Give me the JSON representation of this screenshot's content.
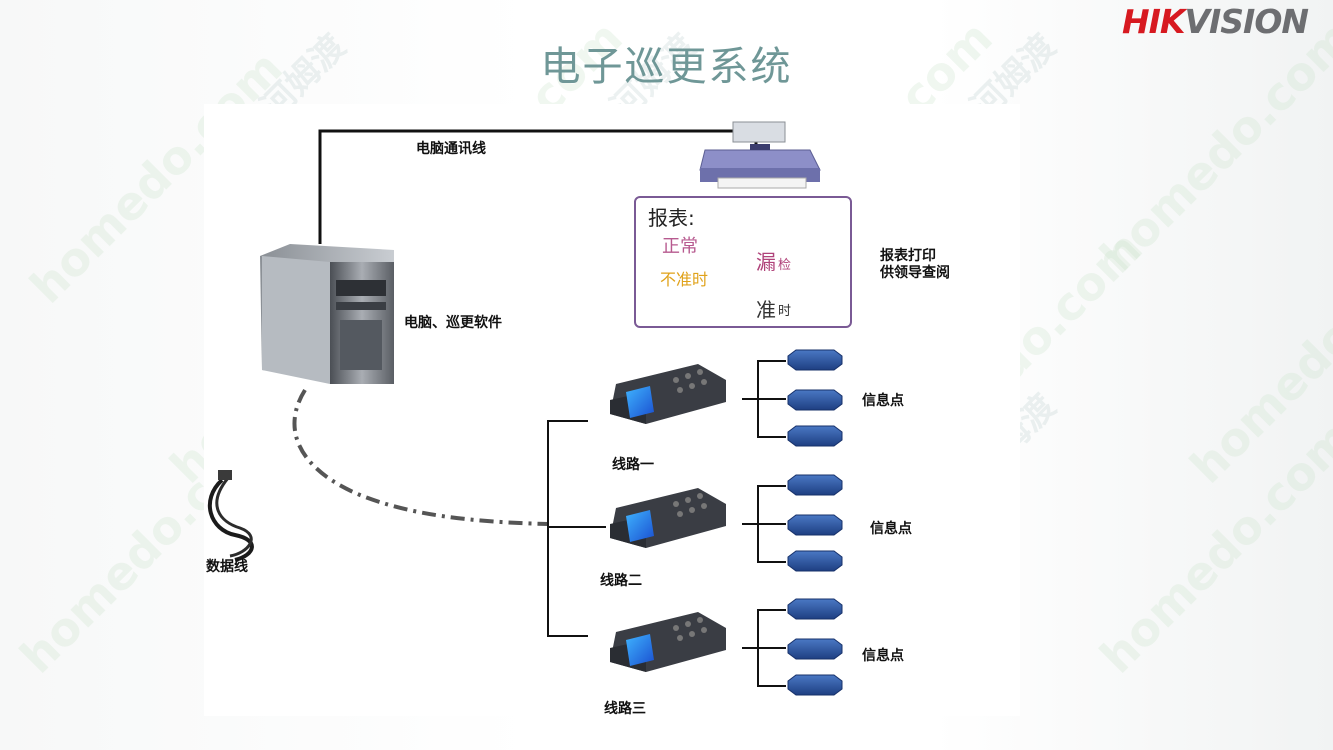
{
  "brand": {
    "hik": "HIK",
    "vision": "VISION"
  },
  "title": "电子巡更系统",
  "labels": {
    "comm_line": "电脑通讯线",
    "computer": "电脑、巡更软件",
    "data_cable": "数据线",
    "print_line1": "报表打印",
    "print_line2": "供领导查阅",
    "route1": "线路一",
    "route2": "线路二",
    "route3": "线路三",
    "info_point1": "信息点",
    "info_point2": "信息点",
    "info_point3": "信息点"
  },
  "report": {
    "heading": "报表:",
    "normal": "正常",
    "missed_big": "漏",
    "missed_small": "检",
    "late": "不准时",
    "ontime_big": "准",
    "ontime_small": "时"
  },
  "watermark": {
    "latin": "homedo.com",
    "cn": "河姆渡"
  },
  "colors": {
    "title": "#6f9797",
    "report_border": "#7a5a95",
    "normal": "#b75a8f",
    "missed": "#b0437a",
    "late": "#e0a21a",
    "button_blue": "#2d5aa6"
  }
}
